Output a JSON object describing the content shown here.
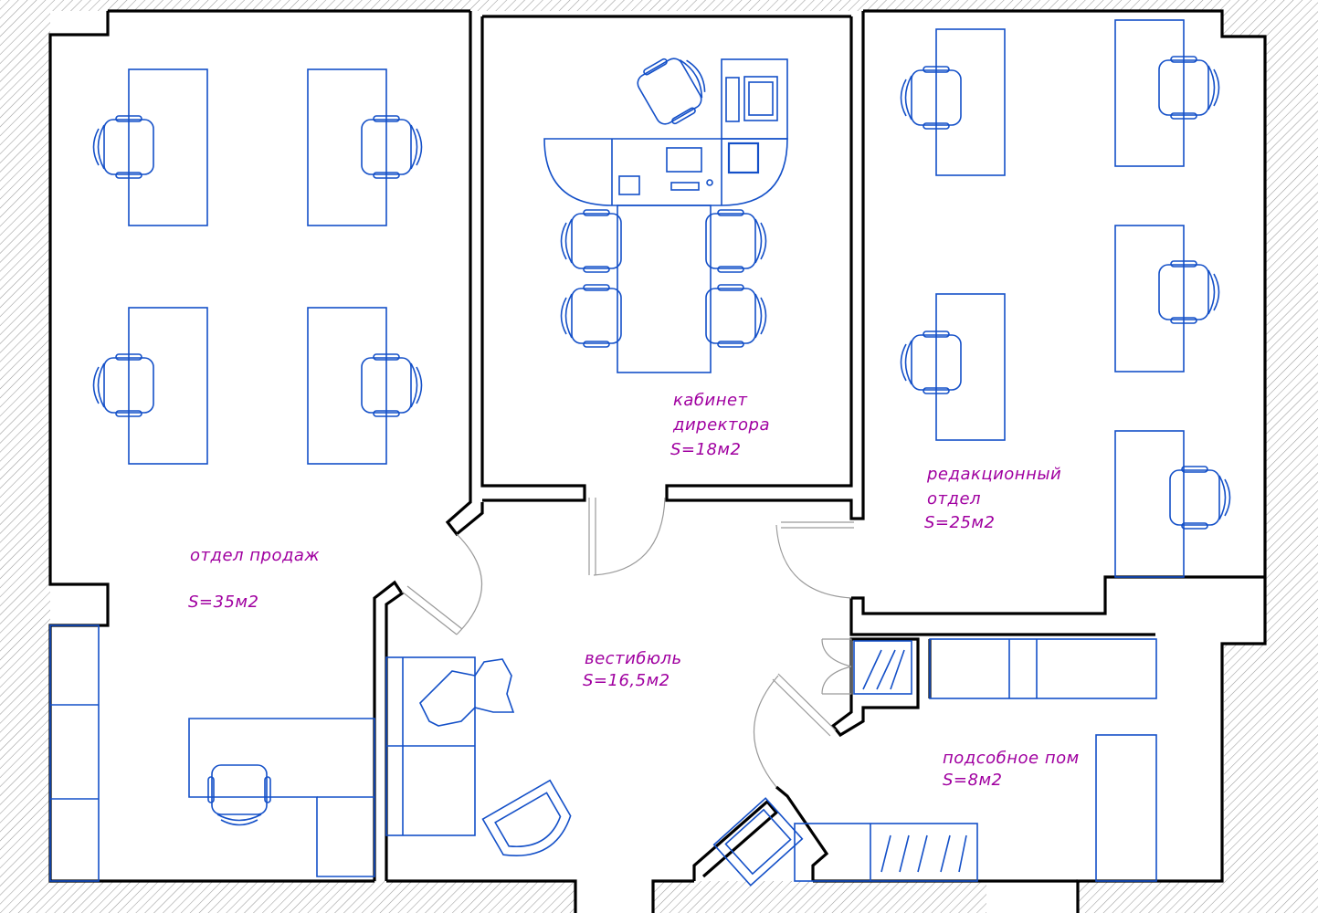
{
  "colors": {
    "furniture": "#1450c8",
    "labels": "#a000a0",
    "walls": "#000000",
    "wall_hatch": "#9a9a9a",
    "doors": "#9a9a9a"
  },
  "rooms": {
    "sales": {
      "name": "отдел продаж",
      "area": "S=35м2"
    },
    "director": {
      "name_line1": "кабинет",
      "name_line2": "директора",
      "area": "S=18м2"
    },
    "editorial": {
      "name_line1": "редакционный",
      "name_line2": "отдел",
      "area": "S=25м2"
    },
    "lobby": {
      "name": "вестибюль",
      "area": "S=16,5м2"
    },
    "utility": {
      "name": "подсобное пом",
      "area": "S=8м2"
    }
  }
}
